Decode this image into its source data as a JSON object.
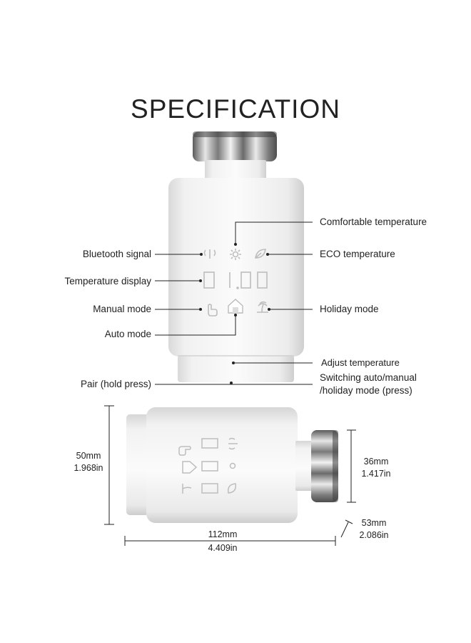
{
  "title": "SPECIFICATION",
  "labels": {
    "comfortable_temperature": "Comfortable temperature",
    "bluetooth_signal": "Bluetooth signal",
    "eco_temperature": "ECO temperature",
    "temperature_display": "Temperature display",
    "manual_mode": "Manual mode",
    "holiday_mode": "Holiday mode",
    "auto_mode": "Auto mode",
    "adjust_temperature": "Adjust temperature",
    "pair": "Pair (hold press)",
    "switching_line1": "Switching auto/manual",
    "switching_line2": "/holiday mode (press)"
  },
  "dimensions": {
    "height_mm": "50mm",
    "height_in": "1.968in",
    "cap_mm": "36mm",
    "cap_in": "1.417in",
    "length_mm": "112mm",
    "length_in": "4.409in",
    "depth_mm": "53mm",
    "depth_in": "2.086in"
  },
  "colors": {
    "body": "#f4f4f4",
    "line": "#222222",
    "metal_dark": "#6e6e6e",
    "metal_light": "#e8e8e8"
  }
}
